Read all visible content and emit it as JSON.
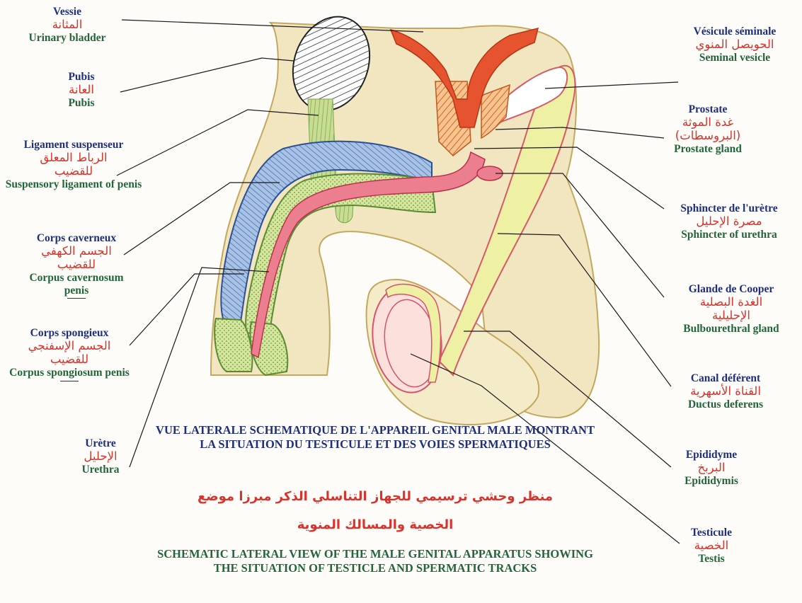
{
  "labels": {
    "vessie": {
      "fr": "Vessie",
      "ar": "المثانة",
      "en": "Urinary bladder"
    },
    "pubis": {
      "fr": "Pubis",
      "ar": "العانة",
      "en": "Pubis"
    },
    "ligament": {
      "fr": "Ligament suspenseur",
      "ar": "الرباط المعلق للقضيب",
      "en": "Suspensory ligament of penis"
    },
    "corps_caverneux": {
      "fr": "Corps caverneux",
      "ar": "الجسم الكهفي للقضيب",
      "en": "Corpus cavernosum penis"
    },
    "corps_spongieux": {
      "fr": "Corps spongieux",
      "ar": "الجسم الإسفنجي للقضيب",
      "en": "Corpus spongiosum penis"
    },
    "uretre": {
      "fr": "Urètre",
      "ar": "الإحليل",
      "en": "Urethra"
    },
    "vesicule": {
      "fr": "Vésicule séminale",
      "ar": "الحويصل المنوي",
      "en": "Seminal vesicle"
    },
    "prostate": {
      "fr": "Prostate",
      "ar": "غدة الموثة (البروسطات)",
      "en": "Prostate gland"
    },
    "sphincter": {
      "fr": "Sphincter de l'urètre",
      "ar": "مصرة الإحليل",
      "en": "Sphincter of urethra"
    },
    "cooper": {
      "fr": "Glande de Cooper",
      "ar": "الغدة البصلية الإحليلية",
      "en": "Bulbourethral gland"
    },
    "canal": {
      "fr": "Canal déférent",
      "ar": "القناة الأسهرية",
      "en": "Ductus deferens"
    },
    "epididyme": {
      "fr": "Epididyme",
      "ar": "البربخ",
      "en": "Epididymis"
    },
    "testicule": {
      "fr": "Testicule",
      "ar": "الخصية",
      "en": "Testis"
    }
  },
  "caption": {
    "fr": "VUE LATERALE SCHEMATIQUE DE L'APPAREIL GENITAL MALE MONTRANT LA SITUATION DU TESTICULE ET DES VOIES SPERMATIQUES",
    "ar": "منظر وحشي ترسيمي للجهاز التناسلي الذكر مبرزا موضع الخصية والمسالك المنوية",
    "en": "SCHEMATIC LATERAL VIEW OF THE MALE GENITAL APPARATUS SHOWING THE SITUATION OF TESTICLE AND SPERMATIC TRACKS"
  },
  "colors": {
    "skin": "#f1e6bf",
    "cavernosum": "#8fb0d9",
    "spongiosum": "#c8df8e",
    "urethra": "#ec7f8f",
    "vessel": "#e5542e",
    "prostate": "#e98b4f",
    "label_fr": "#1f2f7a",
    "label_ar": "#d8332c",
    "label_en": "#23653a"
  }
}
